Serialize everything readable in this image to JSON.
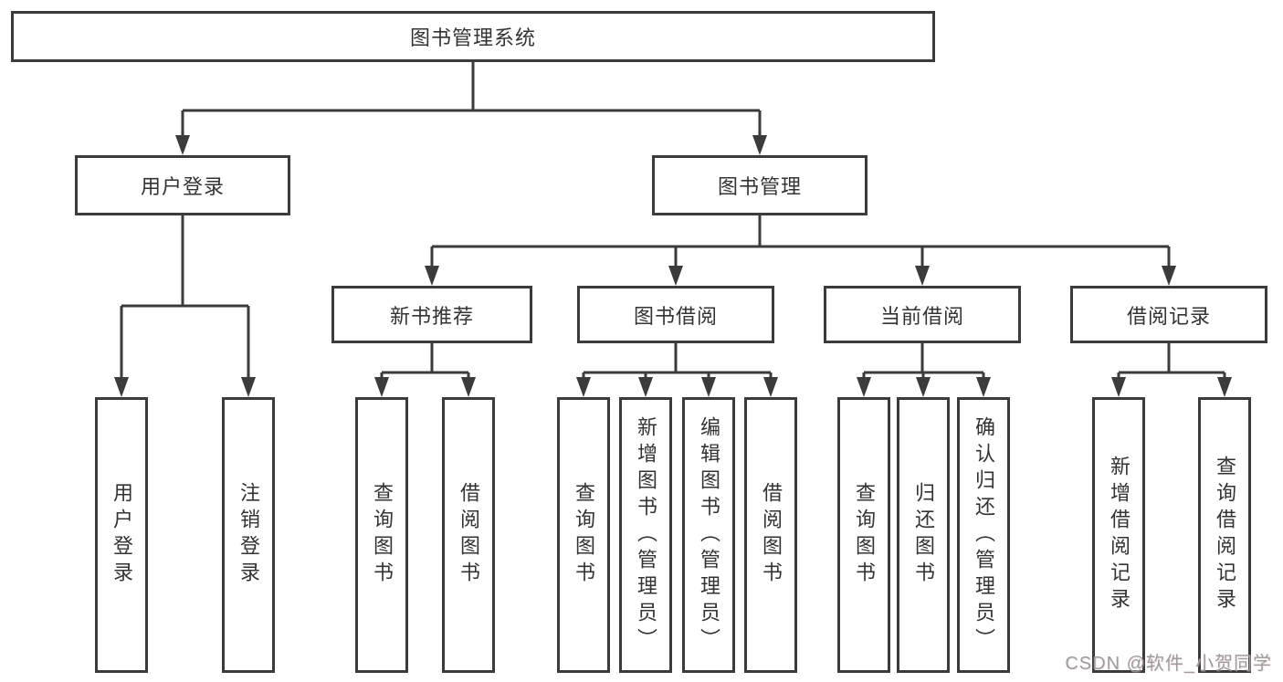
{
  "colors": {
    "line": "#3b3b3b",
    "border": "#3b3b3b",
    "text": "#333333",
    "background": "#ffffff",
    "watermark": "#9c9c9c"
  },
  "tree": {
    "root": {
      "label": "图书管理系统"
    },
    "branches": [
      {
        "label": "用户登录",
        "children": [
          {
            "label": "用户登录"
          },
          {
            "label": "注销登录"
          }
        ]
      },
      {
        "label": "图书管理",
        "children": [
          {
            "label": "新书推荐",
            "children": [
              {
                "label": "查询图书"
              },
              {
                "label": "借阅图书"
              }
            ]
          },
          {
            "label": "图书借阅",
            "children": [
              {
                "label": "查询图书"
              },
              {
                "label": "新增图书（管理员）"
              },
              {
                "label": "编辑图书（管理员）"
              },
              {
                "label": "借阅图书"
              }
            ]
          },
          {
            "label": "当前借阅",
            "children": [
              {
                "label": "查询图书"
              },
              {
                "label": "归还图书"
              },
              {
                "label": "确认归还（管理员）"
              }
            ]
          },
          {
            "label": "借阅记录",
            "children": [
              {
                "label": "新增借阅记录"
              },
              {
                "label": "查询借阅记录"
              }
            ]
          }
        ]
      }
    ]
  },
  "watermark": {
    "text": "CSDN @软件_小贺同学"
  }
}
